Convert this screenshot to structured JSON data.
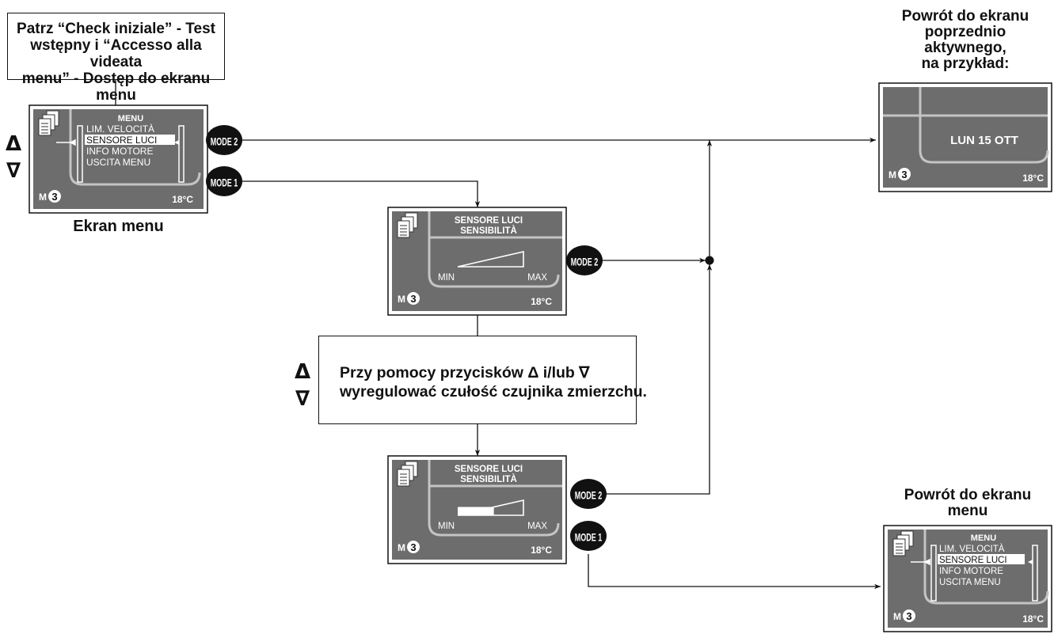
{
  "intro_box": {
    "lines": [
      "Patrz “Check iniziale” - Test",
      "wstępny i “Accesso alla videata",
      "menu” - Dostęp do ekranu menu"
    ]
  },
  "menu_screen_caption": "Ekran menu",
  "return_previous": {
    "lines": [
      "Powrót do ekranu",
      "poprzednio",
      "aktywnego,",
      "na przykład:"
    ]
  },
  "return_menu": {
    "lines": [
      "Powrót do ekranu",
      "menu"
    ]
  },
  "instruction": {
    "line1": "Przy pomocy przycisków Δ i/lub ∇",
    "line2": "wyregulować czułość czujnika zmierzchu."
  },
  "buttons": {
    "mode1": "MODE 1",
    "mode2": "MODE 2",
    "up": "Δ",
    "down": "∇"
  },
  "displays": {
    "menu": {
      "title": "MENU",
      "items": [
        "LIM. VELOCITÀ",
        "SENSORE LUCI",
        "INFO MOTORE",
        "USCITA MENU"
      ],
      "selected": "SENSORE LUCI",
      "mode_letter": "M",
      "mode_number": "3",
      "temperature": "18°C"
    },
    "sensor": {
      "title": "SENSORE LUCI",
      "subtitle": "SENSIBILITÀ",
      "min_label": "MIN",
      "max_label": "MAX",
      "mode_letter": "M",
      "mode_number": "3",
      "temperature": "18°C",
      "level_initial": 0,
      "level_adjusted": 0.55
    },
    "previous": {
      "date": "LUN 15 OTT",
      "mode_letter": "M",
      "mode_number": "3",
      "temperature": "18°C"
    }
  },
  "colors": {
    "screen_bg": "#6d6d6d",
    "screen_lines": "#c4c4c4",
    "ink": "#111111"
  }
}
